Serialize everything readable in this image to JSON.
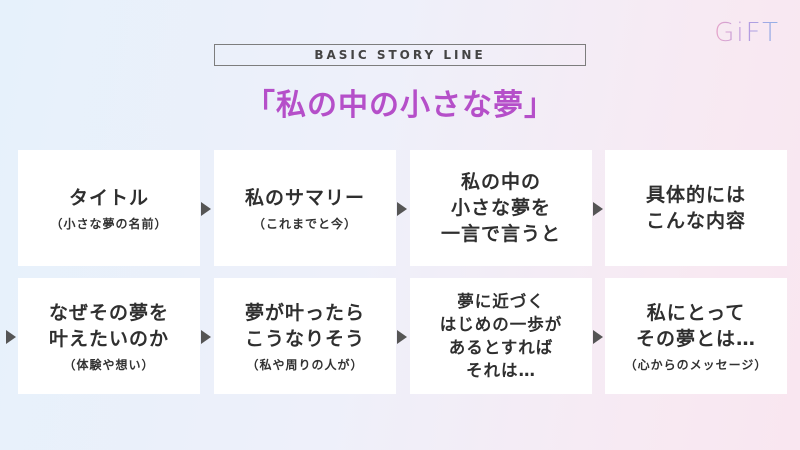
{
  "logo": "GiFT",
  "subtitle": "BASIC STORY LINE",
  "title": "「私の中の小さな夢」",
  "cards": [
    {
      "main": "タイトル",
      "sub": "（小さな夢の名前）"
    },
    {
      "main": "私のサマリー",
      "sub": "（これまでと今）"
    },
    {
      "main": "私の中の\n小さな夢を\n一言で言うと",
      "sub": ""
    },
    {
      "main": "具体的には\nこんな内容",
      "sub": ""
    },
    {
      "main": "なぜその夢を\n叶えたいのか",
      "sub": "（体験や想い）"
    },
    {
      "main": "夢が叶ったら\nこうなりそう",
      "sub": "（私や周りの人が）"
    },
    {
      "main": "夢に近づく\nはじめの一歩が\nあるとすれば\nそれは…",
      "sub": ""
    },
    {
      "main": "私にとって\nその夢とは…",
      "sub": "（心からのメッセージ）"
    }
  ]
}
